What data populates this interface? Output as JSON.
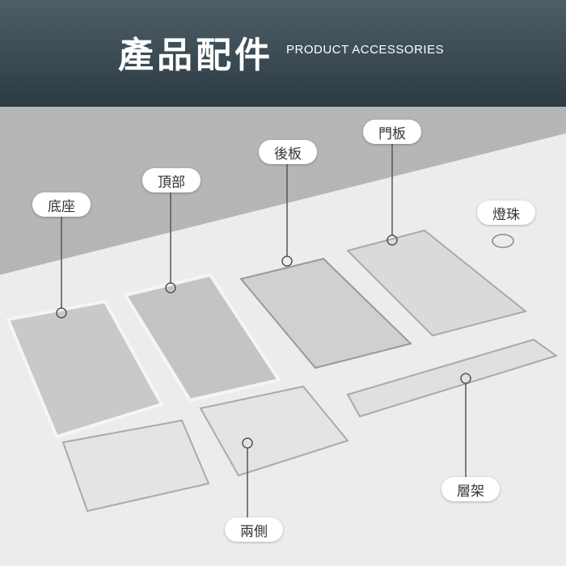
{
  "header": {
    "title": "產品配件",
    "subtitle": "PRODUCT ACCESSORIES"
  },
  "labels": {
    "base": "底座",
    "top": "頂部",
    "back": "後板",
    "door": "門板",
    "light": "燈珠",
    "shelf": "層架",
    "sides": "兩側"
  }
}
